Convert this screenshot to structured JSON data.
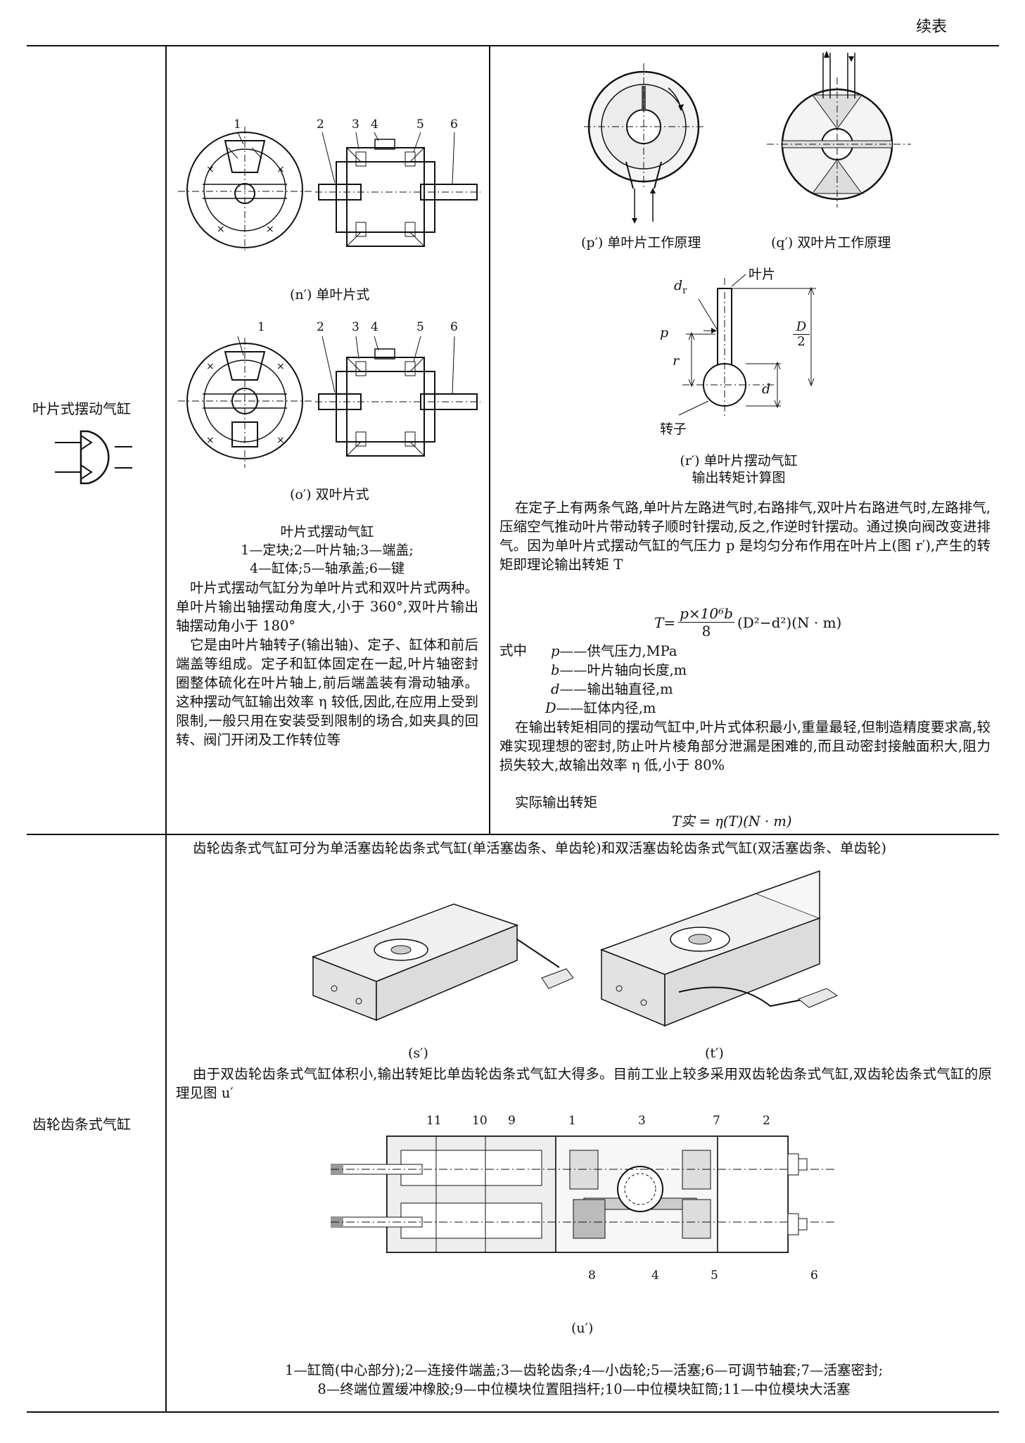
{
  "header": {
    "continued": "续表"
  },
  "row1": {
    "name": "叶片式摆动气缸",
    "fig_n": "(n′) 单叶片式",
    "fig_o": "(o′) 双叶片式",
    "fig_labels": [
      "1",
      "2",
      "3",
      "4",
      "5",
      "6"
    ],
    "caption_title": "叶片式摆动气缸",
    "caption_line1": "1—定块;2—叶片轴;3—端盖;",
    "caption_line2": "4—缸体;5—轴承盖;6—键",
    "left_text_1": "叶片式摆动气缸分为单叶片式和双叶片式两种。单叶片输出轴摆动角度大,小于 360°,双叶片输出轴摆动角小于 180°",
    "left_text_2": "它是由叶片轴转子(输出轴)、定子、缸体和前后端盖等组成。定子和缸体固定在一起,叶片轴密封圈整体硫化在叶片轴上,前后端盖装有滑动轴承。这种摆动气缸输出效率 η 较低,因此,在应用上受到限制,一般只用在安装受到限制的场合,如夹具的回转、阀门开闭及工作转位等",
    "fig_p": "(p′) 单叶片工作原理",
    "fig_q": "(q′) 双叶片工作原理",
    "fig_r_label_vane": "叶片",
    "fig_r_label_rotor": "转子",
    "fig_r_dr": "d",
    "fig_r_dr_sub": "r",
    "fig_r_p": "p",
    "fig_r_r": "r",
    "fig_r_d": "d",
    "fig_r_D": "D",
    "fig_r_2": "2",
    "fig_r_cap1": "(r′) 单叶片摆动气缸",
    "fig_r_cap2": "输出转矩计算图",
    "right_text_1": "在定子上有两条气路,单叶片左路进气时,右路排气,双叶片右路进气时,左路排气,压缩空气推动叶片带动转子顺时针摆动,反之,作逆时针摆动。通过换向阀改变进排气。因为单叶片式摆动气缸的气压力 p 是均匀分布作用在叶片上(图 r′),产生的转矩即理论输出转矩 T",
    "formula_lhs": "T=",
    "formula_num": "p×10⁶b",
    "formula_den": "8",
    "formula_rhs": "(D²−d²)(N · m)",
    "where": "式中",
    "vars": [
      {
        "sym": "p",
        "desc": "——供气压力,MPa"
      },
      {
        "sym": "b",
        "desc": "——叶片轴向长度,m"
      },
      {
        "sym": "d",
        "desc": "——输出轴直径,m"
      },
      {
        "sym": "D",
        "desc": "——缸体内径,m"
      }
    ],
    "right_text_2": "在输出转矩相同的摆动气缸中,叶片式体积最小,重量最轻,但制造精度要求高,较难实现理想的密封,防止叶片棱角部分泄漏是困难的,而且动密封接触面积大,阻力损失较大,故输出效率 η 低,小于 80%",
    "actual_torque_label": "实际输出转矩",
    "actual_torque_formula": "T实 = η(T)(N · m)"
  },
  "row2": {
    "name": "齿轮齿条式气缸",
    "intro": "齿轮齿条式气缸可分为单活塞齿轮齿条式气缸(单活塞齿条、单齿轮)和双活塞齿轮齿条式气缸(双活塞齿条、单齿轮)",
    "fig_s": "(s′)",
    "fig_t": "(t′)",
    "mid_text": "由于双齿轮齿条式气缸体积小,输出转矩比单齿轮齿条式气缸大得多。目前工业上较多采用双齿轮齿条式气缸,双齿轮齿条式气缸的原理见图 u′",
    "fig_u_top_labels": [
      "11",
      "10",
      "9",
      "1",
      "3",
      "7",
      "2"
    ],
    "fig_u_bottom_labels": [
      "8",
      "4",
      "5",
      "6"
    ],
    "fig_u": "(u′)",
    "legend_1": "1—缸筒(中心部分);2—连接件端盖;3—齿轮齿条;4—小齿轮;5—活塞;6—可调节轴套;7—活塞密封;",
    "legend_2": "8—终端位置缓冲橡胶;9—中位模块位置阻挡杆;10—中位模块缸筒;11—中位模块大活塞"
  }
}
